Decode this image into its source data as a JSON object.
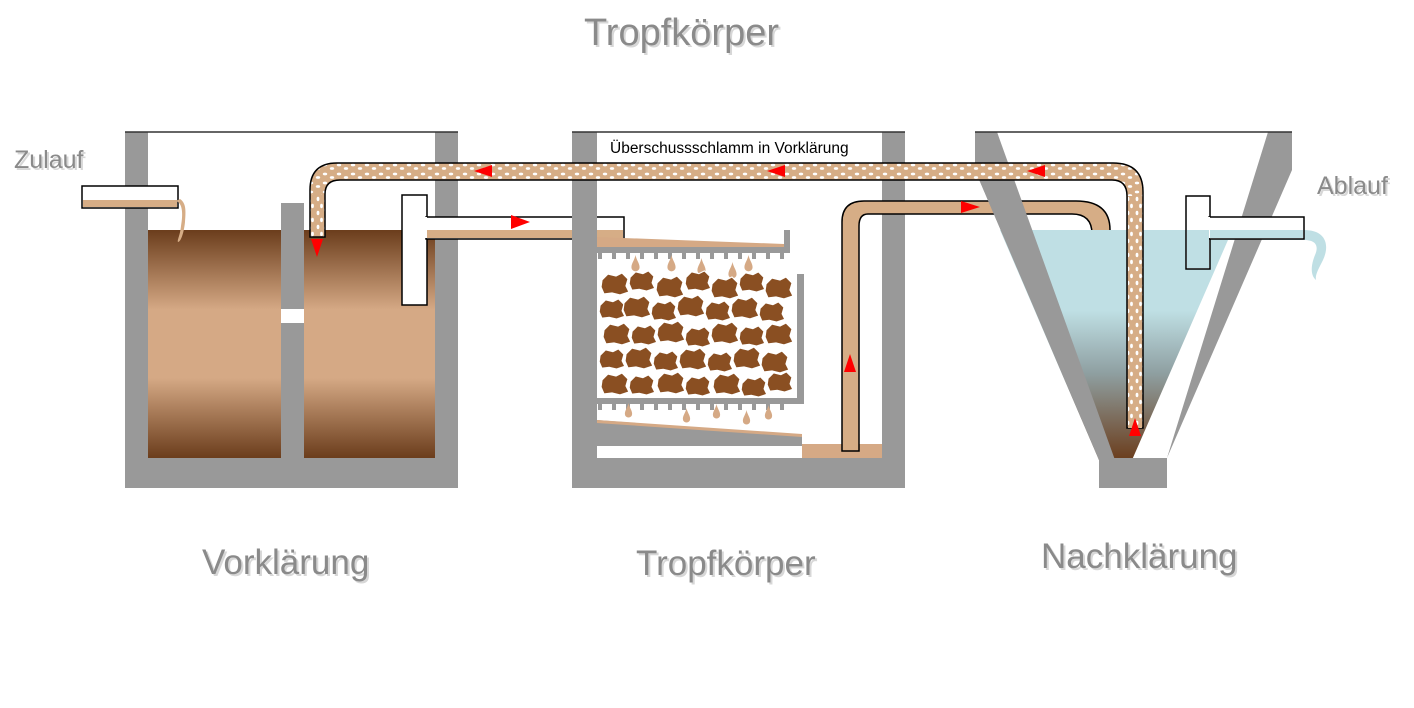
{
  "title": "Tropfkörper",
  "labels": {
    "inflow": "Zulauf",
    "outflow": "Ablauf",
    "sludge_return": "Überschussschlamm in Vorklärung",
    "primary_clarifier": "Vorklärung",
    "trickling_filter": "Tropfkörper",
    "secondary_clarifier": "Nachklärung"
  },
  "colors": {
    "concrete": "#999999",
    "sludge_dark": "#6b3d1c",
    "sludge_light": "#d5a985",
    "pipe_fill": "#d6ad86",
    "water": "#bfdfe4",
    "flow_arrow": "#ff0000",
    "stone": "#8a4f22"
  },
  "icons": [
    "flow-arrow-icon",
    "droplet-icon",
    "stone-icon"
  ]
}
